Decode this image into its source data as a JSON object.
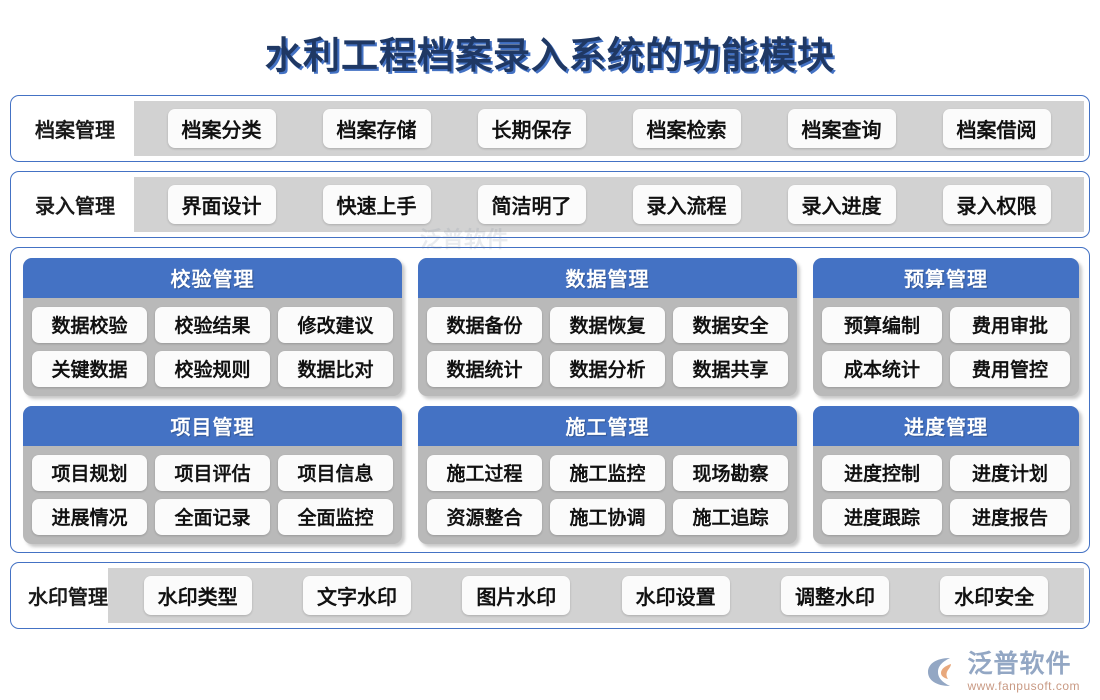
{
  "page": {
    "title": "水利工程档案录入系统的功能模块"
  },
  "bands": [
    {
      "label": "档案管理",
      "items": [
        "档案分类",
        "档案存储",
        "长期保存",
        "档案检索",
        "档案查询",
        "档案借阅"
      ]
    },
    {
      "label": "录入管理",
      "items": [
        "界面设计",
        "快速上手",
        "简洁明了",
        "录入流程",
        "录入进度",
        "录入权限"
      ]
    }
  ],
  "grid": {
    "row1": [
      {
        "title": "校验管理",
        "lines": [
          [
            "数据校验",
            "校验结果",
            "修改建议"
          ],
          [
            "关键数据",
            "校验规则",
            "数据比对"
          ]
        ]
      },
      {
        "title": "数据管理",
        "lines": [
          [
            "数据备份",
            "数据恢复",
            "数据安全"
          ],
          [
            "数据统计",
            "数据分析",
            "数据共享"
          ]
        ]
      },
      {
        "title": "预算管理",
        "lines": [
          [
            "预算编制",
            "费用审批"
          ],
          [
            "成本统计",
            "费用管控"
          ]
        ]
      }
    ],
    "row2": [
      {
        "title": "项目管理",
        "lines": [
          [
            "项目规划",
            "项目评估",
            "项目信息"
          ],
          [
            "进展情况",
            "全面记录",
            "全面监控"
          ]
        ]
      },
      {
        "title": "施工管理",
        "lines": [
          [
            "施工过程",
            "施工监控",
            "现场勘察"
          ],
          [
            "资源整合",
            "施工协调",
            "施工追踪"
          ]
        ]
      },
      {
        "title": "进度管理",
        "lines": [
          [
            "进度控制",
            "进度计划"
          ],
          [
            "进度跟踪",
            "进度报告"
          ]
        ]
      }
    ]
  },
  "footer_band": {
    "label": "水印管理",
    "items": [
      "水印类型",
      "文字水印",
      "图片水印",
      "水印设置",
      "调整水印",
      "水印安全"
    ]
  },
  "brand": {
    "name": "泛普软件",
    "url": "www.fanpusoft.com"
  },
  "watermark": {
    "text": "泛普软件"
  },
  "colors": {
    "accent_blue": "#4472c4",
    "title_navy": "#1f3864",
    "panel_gray": "#d2d2d2",
    "card_gray": "#b9b9b9",
    "chip_white": "#fbfbfb",
    "brand_blue_gray": "#93a7c4",
    "brand_orange": "#e8a87c"
  }
}
